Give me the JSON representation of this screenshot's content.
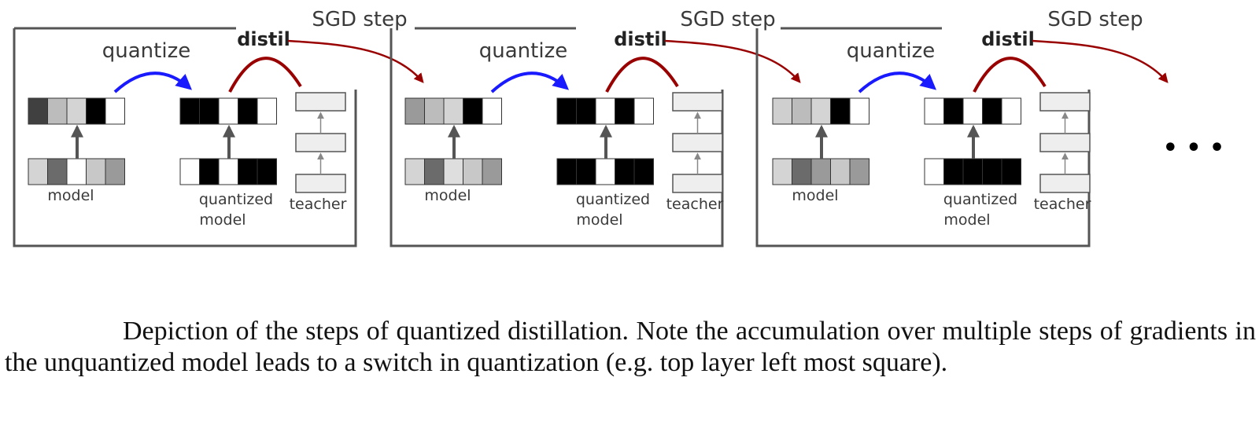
{
  "labels": {
    "sgd_step": "SGD step",
    "quantize": "quantize",
    "distil": "distil",
    "model": "model",
    "quantized_line1": "quantized",
    "quantized_line2": "model",
    "teacher": "teacher",
    "continuation": "• • •"
  },
  "caption": "Depiction of the steps of quantized distillation. Note the accumulation over multiple steps of gradients in the unquantized model leads to a switch in quantization (e.g.  top layer left most square).",
  "colors": {
    "quantize_arrow": "#1a1aff",
    "distil_arrow": "#990000",
    "frame": "#555555",
    "layer_cell_border": "#333333",
    "teacher_box_fill": "#eeeeee"
  },
  "steps": [
    {
      "model_top": [
        "#404040",
        "#bcbcbc",
        "#d4d4d4",
        "#000000",
        "#ffffff"
      ],
      "model_bottom": [
        "#d4d4d4",
        "#6b6b6b",
        "#ffffff",
        "#c8c8c8",
        "#9a9a9a"
      ],
      "quant_top": [
        "#000000",
        "#000000",
        "#ffffff",
        "#000000",
        "#ffffff"
      ],
      "quant_bottom": [
        "#ffffff",
        "#000000",
        "#ffffff",
        "#000000",
        "#000000"
      ]
    },
    {
      "model_top": [
        "#9a9a9a",
        "#bcbcbc",
        "#d4d4d4",
        "#000000",
        "#ffffff"
      ],
      "model_bottom": [
        "#d4d4d4",
        "#6b6b6b",
        "#dedede",
        "#c8c8c8",
        "#9a9a9a"
      ],
      "quant_top": [
        "#000000",
        "#000000",
        "#ffffff",
        "#000000",
        "#ffffff"
      ],
      "quant_bottom": [
        "#000000",
        "#000000",
        "#ffffff",
        "#000000",
        "#000000"
      ]
    },
    {
      "model_top": [
        "#cfcfcf",
        "#bcbcbc",
        "#d4d4d4",
        "#000000",
        "#ffffff"
      ],
      "model_bottom": [
        "#d4d4d4",
        "#6b6b6b",
        "#9a9a9a",
        "#c8c8c8",
        "#9a9a9a"
      ],
      "quant_top": [
        "#ffffff",
        "#000000",
        "#ffffff",
        "#000000",
        "#ffffff"
      ],
      "quant_bottom": [
        "#ffffff",
        "#000000",
        "#000000",
        "#000000",
        "#000000"
      ]
    }
  ]
}
